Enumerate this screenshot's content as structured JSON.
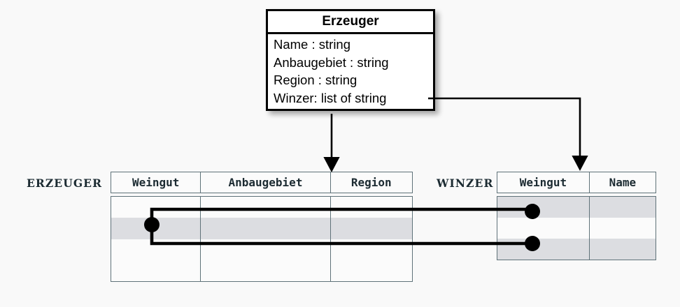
{
  "diagram": {
    "title_visible": false,
    "background_color": "#f9f9f9"
  },
  "uml_class": {
    "name": "Erzeuger",
    "attributes": [
      "Name : string",
      "Anbaugebiet : string",
      "Region : string",
      "Winzer: list of string"
    ]
  },
  "relations": [
    {
      "label": "ERZEUGER",
      "columns": [
        "Weingut",
        "Anbaugebiet",
        "Region"
      ],
      "row_count": 4,
      "shaded_rows": [
        2
      ]
    },
    {
      "label": "WINZER",
      "columns": [
        "Weingut",
        "Name"
      ],
      "row_count": 3,
      "shaded_rows": [
        1,
        3
      ]
    }
  ],
  "connectors": {
    "class_to_erzeuger": "arrow-down",
    "class_to_winzer": "elbow-arrow-right-down",
    "erzeuger_to_winzer_links": 2,
    "link_color": "#000000"
  },
  "colors": {
    "shaded_row": "#dcdde1",
    "table_border": "#5f7279",
    "class_border": "#000000",
    "text": "#1c2b32"
  }
}
